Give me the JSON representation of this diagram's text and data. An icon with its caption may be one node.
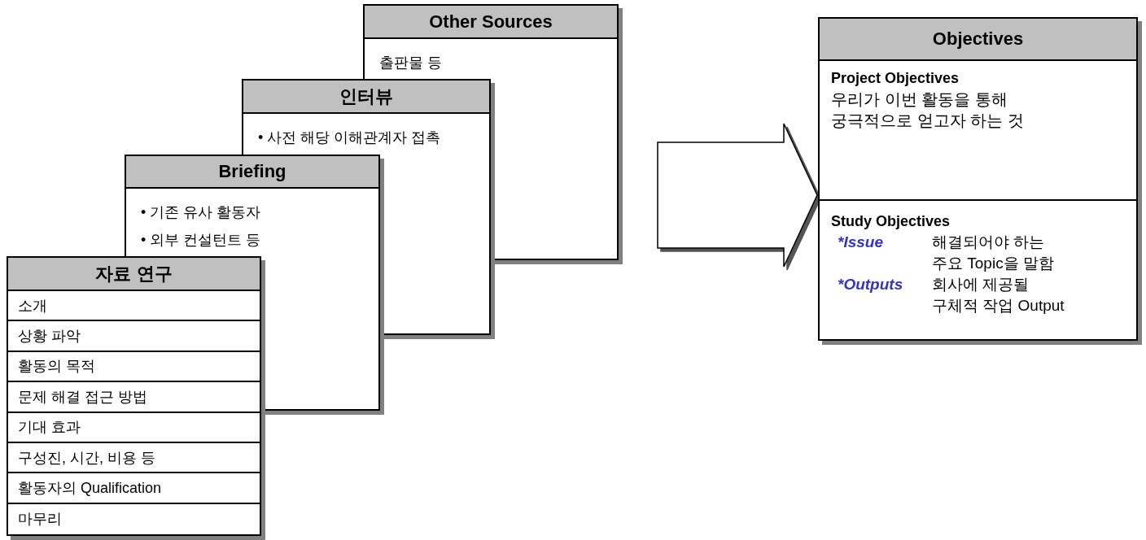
{
  "diagram": {
    "nodes": [
      {
        "text": [
          "Other Sources",
          "출판물 등"
        ]
      },
      {
        "text": [
          "인터뷰",
          "• 사전 해당 이해관계자 접촉"
        ]
      },
      {
        "text": [
          "Briefing",
          "• 기존 유사 활동자",
          "• 외부 컨설턴트 등"
        ]
      },
      {
        "text": [
          "자료 연구",
          "소개",
          "상황 파악",
          "활동의 목적",
          "문제 해결 접근 방법",
          "기대 효과",
          "구성진, 시간, 비용 등",
          "활동자의 Qualification",
          "마무리"
        ]
      },
      {
        "text": [
          "Objectives"
        ]
      },
      {
        "text": [
          "Project Objectives",
          "우리가 이번 활동을 통해 궁극적으로 얻고자 하는 것"
        ],
        "in": 4
      },
      {
        "text": [
          "Study Objectives",
          "*Issue",
          "해결되어야 하는 주요 Topic을 말함",
          "*Outputs",
          "회사에 제공될 구체적 작업 Output"
        ],
        "in": 4
      }
    ],
    "edges": [
      {
        "from": null,
        "to": 4,
        "arrow": "to",
        "style": "thick"
      }
    ]
  }
}
